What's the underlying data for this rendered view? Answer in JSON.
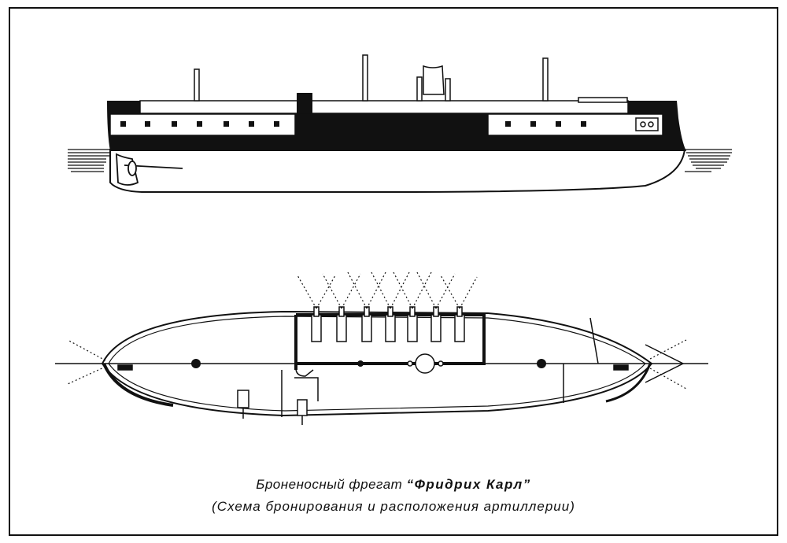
{
  "caption": {
    "line1_prefix": "Броненосный фрегат ",
    "ship_name": "“Фридрих  Карл”",
    "line2": "(Схема бронирования и расположения артиллерии)"
  },
  "colors": {
    "ink": "#111111",
    "paper": "#ffffff"
  },
  "views": [
    "side-profile",
    "plan-view"
  ],
  "broadside_guns": 7
}
